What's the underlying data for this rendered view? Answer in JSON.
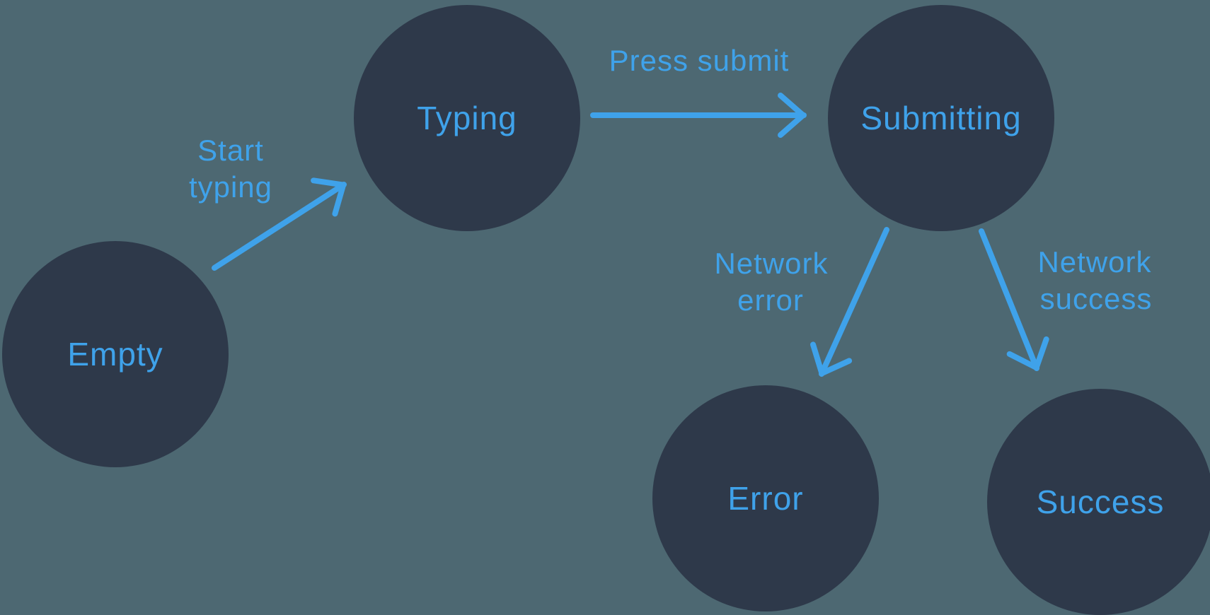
{
  "colors": {
    "background": "#4d6872",
    "node_fill": "#2e394a",
    "accent_blue": "#3fa2ea"
  },
  "diagram": {
    "type": "state-machine",
    "nodes": [
      {
        "id": "empty",
        "label": "Empty"
      },
      {
        "id": "typing",
        "label": "Typing"
      },
      {
        "id": "submitting",
        "label": "Submitting"
      },
      {
        "id": "error",
        "label": "Error"
      },
      {
        "id": "success",
        "label": "Success"
      }
    ],
    "edges": [
      {
        "from": "Empty",
        "to": "Typing",
        "label": "Start typing",
        "lines": [
          "Start",
          "typing"
        ]
      },
      {
        "from": "Typing",
        "to": "Submitting",
        "label": "Press submit",
        "lines": [
          "Press submit"
        ]
      },
      {
        "from": "Submitting",
        "to": "Error",
        "label": "Network error",
        "lines": [
          "Network",
          "error"
        ]
      },
      {
        "from": "Submitting",
        "to": "Success",
        "label": "Network success",
        "lines": [
          "Network",
          "success"
        ]
      }
    ]
  }
}
